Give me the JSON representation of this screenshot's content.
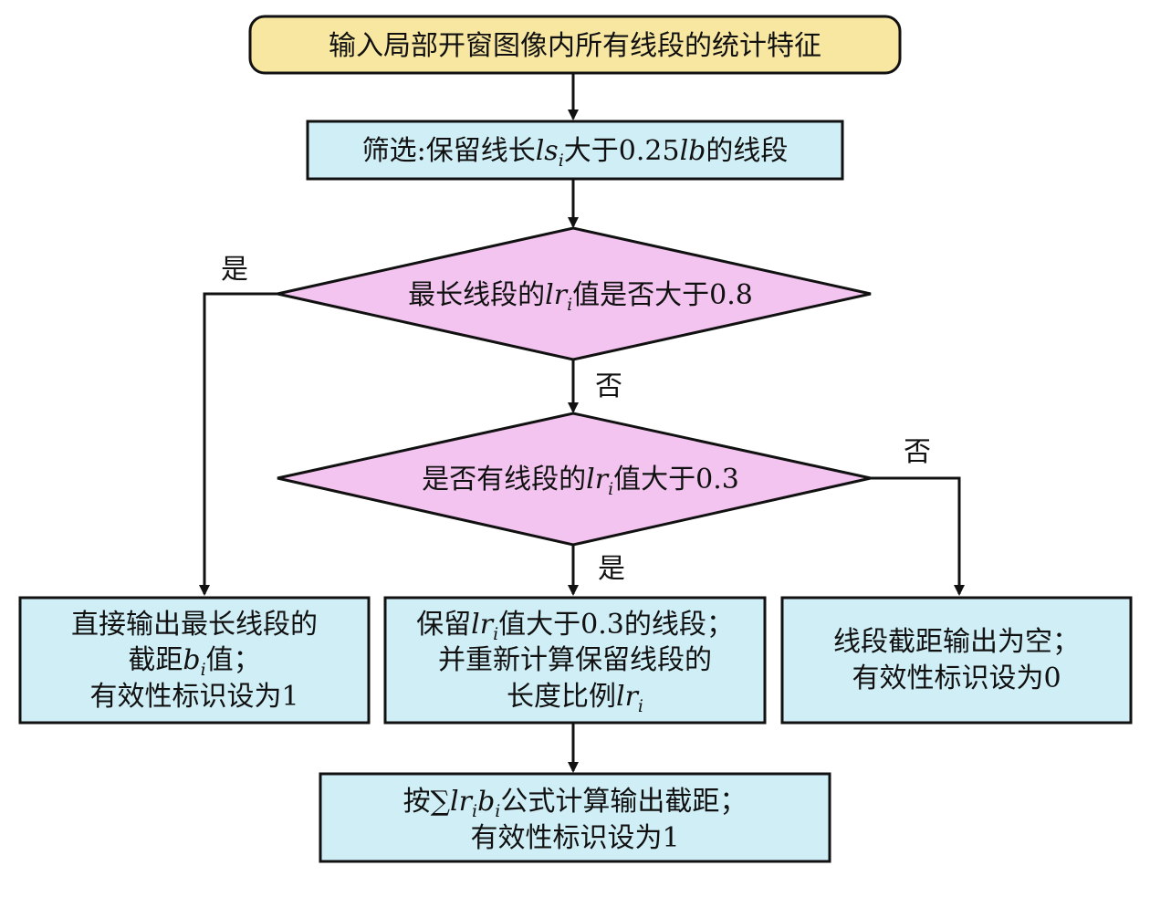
{
  "colors": {
    "start_fill": "#f8e7a1",
    "process_fill": "#cfeef6",
    "decision_fill": "#f3c4ef",
    "stroke": "#111111"
  },
  "nodes": {
    "start": {
      "text": "输入局部开窗图像内所有线段的统计特征"
    },
    "filter": {
      "pre": "筛选:保留线长",
      "var": "ls",
      "sub": "i",
      "mid": "大于0.25",
      "var2": "lb",
      "post": "的线段"
    },
    "decision1": {
      "pre": "最长线段的",
      "var": "lr",
      "sub": "i",
      "post": "值是否大于0.8"
    },
    "decision2": {
      "pre": "是否有线段的",
      "var": "lr",
      "sub": "i",
      "post": "值大于0.3"
    },
    "left_box": {
      "line1": "直接输出最长线段的",
      "line2_pre": "截距",
      "line2_var": "b",
      "line2_sub": "i",
      "line2_post": "值；",
      "line3": "有效性标识设为1"
    },
    "middle_box": {
      "line1_pre": "保留",
      "line1_var": "lr",
      "line1_sub": "i",
      "line1_post": "值大于0.3的线段；",
      "line2": "并重新计算保留线段的",
      "line3_pre": "长度比例",
      "line3_var": "lr",
      "line3_sub": "i"
    },
    "right_box": {
      "line1": "线段截距输出为空；",
      "line2": "有效性标识设为0"
    },
    "final_box": {
      "line1_pre": "按∑",
      "line1_var1": "lr",
      "line1_sub1": "i",
      "line1_var2": "b",
      "line1_sub2": "i",
      "line1_post": "公式计算输出截距；",
      "line2": "有效性标识设为1"
    }
  },
  "edge_labels": {
    "d1_yes": "是",
    "d1_no": "否",
    "d2_no": "否",
    "d2_yes": "是"
  }
}
